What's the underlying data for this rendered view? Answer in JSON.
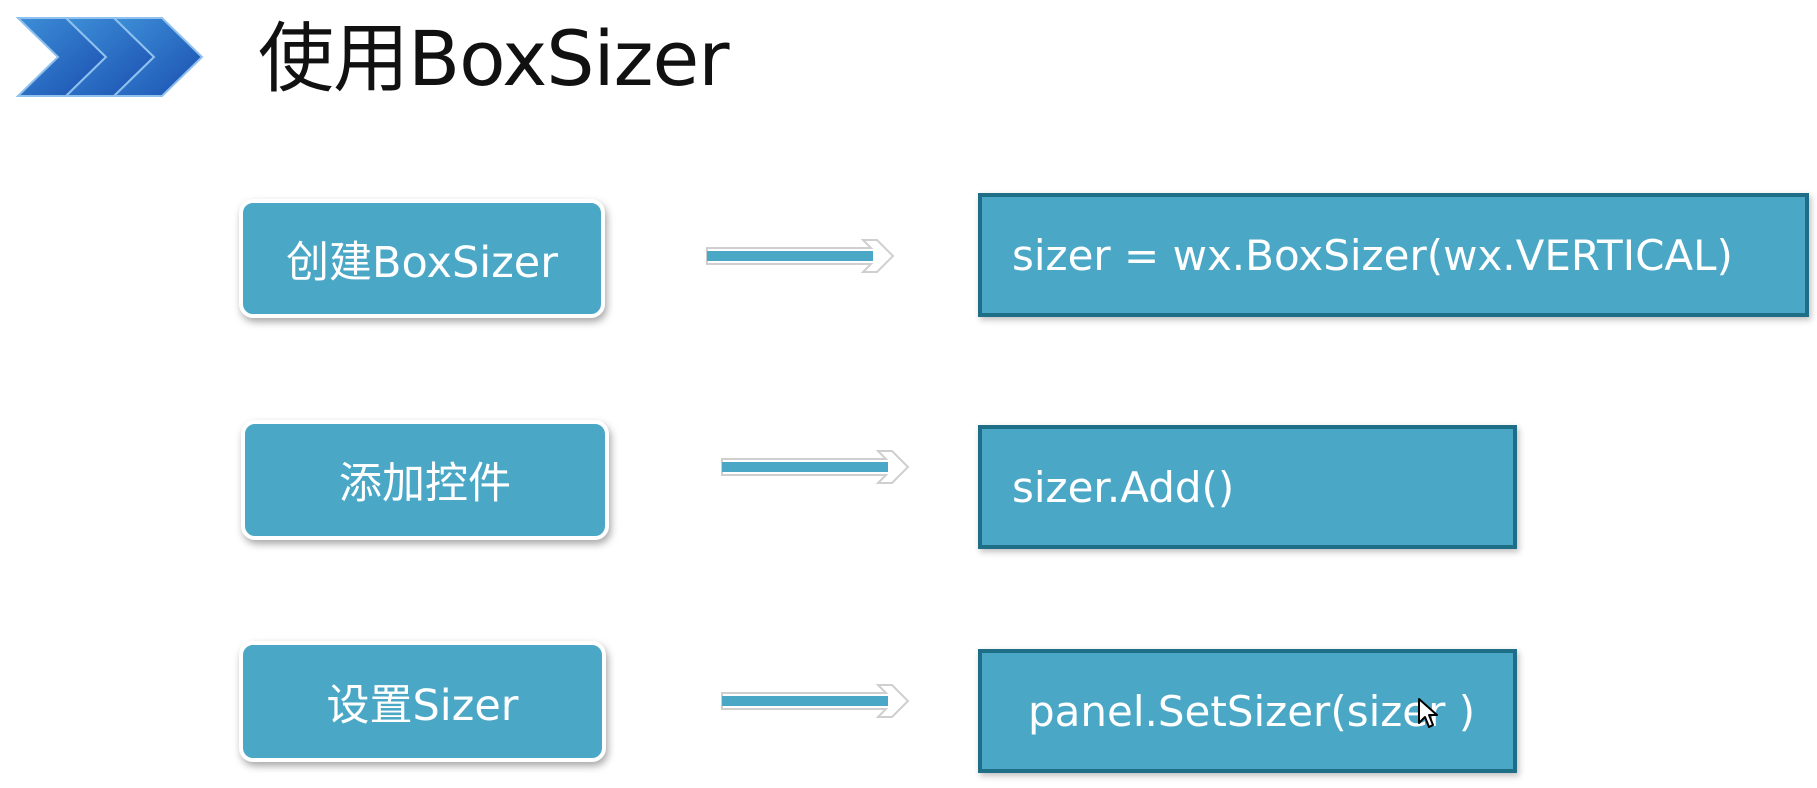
{
  "slide": {
    "title": "使用BoxSizer",
    "icon": "triple-chevron-right-icon",
    "colors": {
      "box_fill": "#4aa8c6",
      "code_border": "#1e6e88",
      "arrow": "#4aa8c6",
      "title_text": "#111111",
      "box_text": "#ffffff"
    }
  },
  "steps": [
    {
      "label": "创建BoxSizer",
      "code": "sizer = wx.BoxSizer(wx.VERTICAL)"
    },
    {
      "label": "添加控件",
      "code": "sizer.Add()"
    },
    {
      "label": "设置Sizer",
      "code": "panel.SetSizer(sizer )"
    }
  ],
  "cursor": "mouse-pointer-icon"
}
